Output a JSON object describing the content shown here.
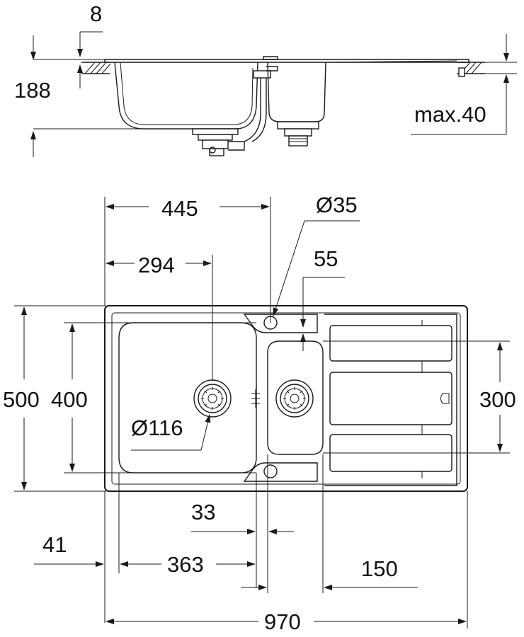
{
  "dimensions": {
    "thickness": "8",
    "depth": "188",
    "max_worktop": "max.40",
    "width_445": "445",
    "hole_diameter": "Ø35",
    "width_294": "294",
    "offset_55": "55",
    "total_depth": "500",
    "bowl_depth": "400",
    "small_bowl_depth": "300",
    "waste_diameter": "Ø116",
    "gap_33": "33",
    "edge_41": "41",
    "bowl_width": "363",
    "small_bowl_width": "150",
    "total_width": "970"
  }
}
